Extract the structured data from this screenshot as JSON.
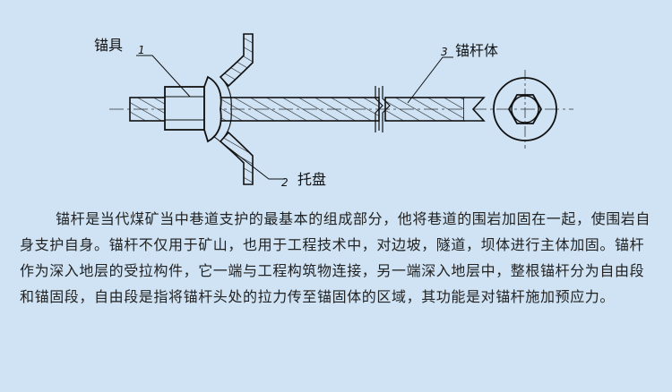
{
  "diagram": {
    "parts": [
      {
        "number": "1",
        "label": "锚具"
      },
      {
        "number": "2",
        "label": "托盘"
      },
      {
        "number": "3",
        "label": "锚杆体"
      }
    ]
  },
  "description": "锚杆是当代煤矿当中巷道支护的最基本的组成部分，他将巷道的围岩加固在一起，使围岩自身支护自身。锚杆不仅用于矿山，也用于工程技术中，对边坡，隧道，坝体进行主体加固。锚杆作为深入地层的受拉构件，它一端与工程构筑物连接，另一端深入地层中，整根锚杆分为自由段和锚固段，自由段是指将锚杆头处的拉力传至锚固体的区域，其功能是对锚杆施加预应力。"
}
